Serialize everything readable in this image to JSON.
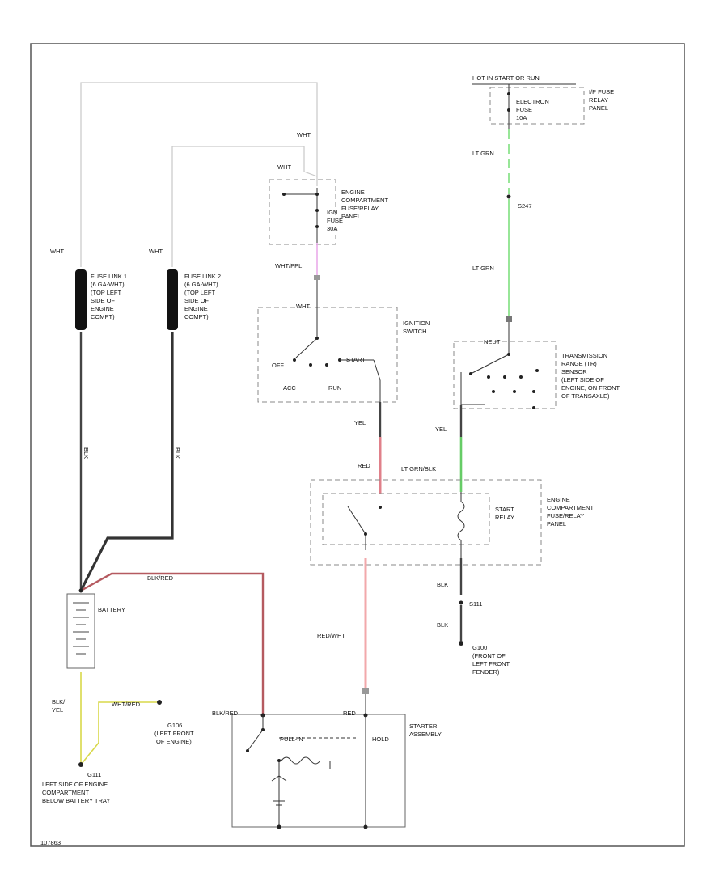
{
  "fuse_link_1": {
    "wire": "WHT",
    "label": [
      "FUSE LINK 1",
      "(6 GA-WHT)",
      "(TOP LEFT",
      "SIDE OF",
      "ENGINE",
      "COMPT)"
    ],
    "lower_wire": "BLK"
  },
  "fuse_link_2": {
    "wire": "WHT",
    "label": [
      "FUSE LINK 2",
      "(6 GA-WHT)",
      "(TOP LEFT",
      "SIDE OF",
      "ENGINE",
      "COMPT)"
    ],
    "lower_wire": "BLK"
  },
  "battery": {
    "label": "BATTERY",
    "pos_wire": "BLK/RED",
    "neg_wire": [
      "BLK/",
      "YEL"
    ],
    "ground_wire": "WHT/RED"
  },
  "ground_g111": {
    "label": "G111",
    "location": [
      "LEFT SIDE OF ENGINE",
      "COMPARTMENT",
      "BELOW BATTERY TRAY"
    ]
  },
  "ground_g106": {
    "label": "G106",
    "location": [
      "(LEFT FRONT",
      "OF ENGINE)"
    ]
  },
  "ign_fuse": {
    "wire_top": "WHT",
    "wire_in": "WHT",
    "fuse_label": [
      "IGN",
      "FUSE",
      "30A"
    ],
    "panel_label": [
      "ENGINE",
      "COMPARTMENT",
      "FUSE/RELAY",
      "PANEL"
    ],
    "wire_out": "WHT/PPL"
  },
  "ignition_switch": {
    "input": "WHT",
    "label": [
      "IGNITION",
      "SWITCH"
    ],
    "positions": {
      "off": "OFF",
      "acc": "ACC",
      "run": "RUN",
      "start": "START"
    },
    "output": "YEL"
  },
  "relay_panel": {
    "relay_label": [
      "START",
      "RELAY"
    ],
    "panel_label": [
      "ENGINE",
      "COMPARTMENT",
      "FUSE/RELAY",
      "PANEL"
    ],
    "coil_in_wire": "RED",
    "coil_ctrl_wire": "LT GRN/BLK",
    "out_wire": "RED/WHT",
    "ground_wire_1": "BLK",
    "splice": "S111",
    "ground_wire_2": "BLK"
  },
  "ground_g100": {
    "label": "G100",
    "location": [
      "(FRONT OF",
      "LEFT FRONT",
      "FENDER)"
    ]
  },
  "top_fuse": {
    "source": "HOT IN START OR RUN",
    "fuse_label": [
      "ELECTRON",
      "FUSE",
      "10A"
    ],
    "panel_label": [
      "I/P FUSE",
      "RELAY",
      "PANEL"
    ],
    "wire_1": "LT GRN",
    "splice": "S247",
    "wire_2": "LT GRN"
  },
  "tr_sensor": {
    "pos_label": "NEUT",
    "label": [
      "TRANSMISSION",
      "RANGE (TR)",
      "SENSOR",
      "(LEFT SIDE OF",
      "ENGINE, ON FRONT",
      "OF TRANSAXLE)"
    ],
    "out_wire": "YEL"
  },
  "starter": {
    "label": [
      "STARTER",
      "ASSEMBLY"
    ],
    "batt_wire": "BLK/RED",
    "sol_wire": "RED",
    "hold": "HOLD",
    "pull": "PULL-IN"
  },
  "figure_id": "107863"
}
